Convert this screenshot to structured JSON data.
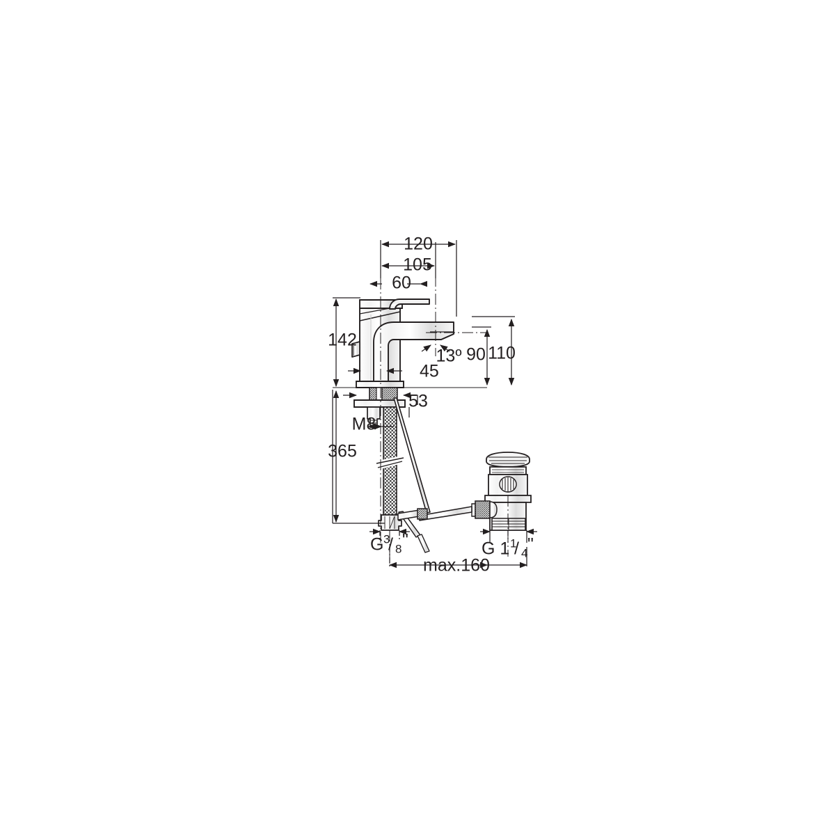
{
  "document": {
    "type": "technical-dimension-drawing",
    "subject": "Single-lever basin mixer tap with pop-up waste",
    "background_color": "#ffffff",
    "line_color": "#231f20",
    "shade_color": "#d9d9d9"
  },
  "dimensions": {
    "spout_total_reach": "120",
    "spout_effective_reach": "105",
    "handle_offset": "60",
    "body_height": "142",
    "supply_hose_length": "365",
    "body_width": "45",
    "mounting_washer_width": "53",
    "stud_thread": "M8",
    "aerator_angle": "13º",
    "spout_height_inner": "90",
    "spout_height_outer": "110",
    "supply_thread": "G",
    "supply_thread_num": "3",
    "supply_thread_den": "8",
    "supply_thread_unit": "\"",
    "waste_thread": "G 1",
    "waste_thread_num": "1",
    "waste_thread_den": "4",
    "waste_thread_unit": "\"",
    "max_spread": "max.160"
  },
  "labels": [
    {
      "id": "d120",
      "text": "120",
      "kind": "horizontal-dimension"
    },
    {
      "id": "d105",
      "text": "105",
      "kind": "horizontal-dimension"
    },
    {
      "id": "d60",
      "text": "60",
      "kind": "horizontal-dimension"
    },
    {
      "id": "d142",
      "text": "142",
      "kind": "vertical-dimension"
    },
    {
      "id": "d365",
      "text": "365",
      "kind": "vertical-dimension"
    },
    {
      "id": "d45",
      "text": "45",
      "kind": "horizontal-dimension"
    },
    {
      "id": "d53",
      "text": "53",
      "kind": "horizontal-dimension"
    },
    {
      "id": "dM8",
      "text": "M8",
      "kind": "thread-callout"
    },
    {
      "id": "d13",
      "text": "13º",
      "kind": "angle-dimension"
    },
    {
      "id": "d90",
      "text": "90",
      "kind": "vertical-dimension"
    },
    {
      "id": "d110",
      "text": "110",
      "kind": "vertical-dimension"
    },
    {
      "id": "dmax",
      "text": "max.160",
      "kind": "horizontal-dimension"
    }
  ]
}
